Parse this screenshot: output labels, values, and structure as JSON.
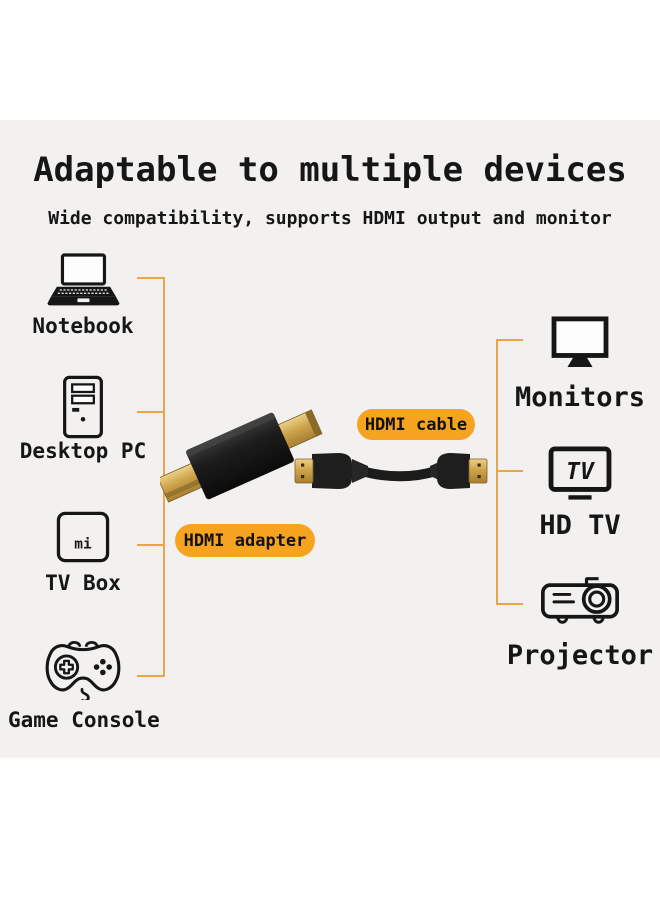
{
  "title": "Adaptable to multiple devices",
  "subtitle": "Wide compatibility, supports HDMI output and monitor",
  "left_devices": [
    {
      "label": "Notebook",
      "icon": "laptop-icon"
    },
    {
      "label": "Desktop PC",
      "icon": "desktop-tower-icon"
    },
    {
      "label": "TV Box",
      "icon": "tv-box-icon"
    },
    {
      "label": "Game Console",
      "icon": "game-controller-icon"
    }
  ],
  "right_devices": [
    {
      "label": "Monitors",
      "icon": "monitor-icon"
    },
    {
      "label": "HD TV",
      "icon": "hd-tv-icon"
    },
    {
      "label": "Projector",
      "icon": "projector-icon"
    }
  ],
  "callouts": {
    "adapter": "HDMI adapter",
    "cable": "HDMI cable"
  },
  "icon_texts": {
    "tv_box_logo": "mi",
    "tv_screen_text": "TV"
  },
  "colors": {
    "panel_background": "#f2f1f0",
    "callout_orange": "#f6a41f",
    "bracket_orange": "#eca64a",
    "icon_black": "#161616",
    "connector_gold": "#c9a14d"
  }
}
